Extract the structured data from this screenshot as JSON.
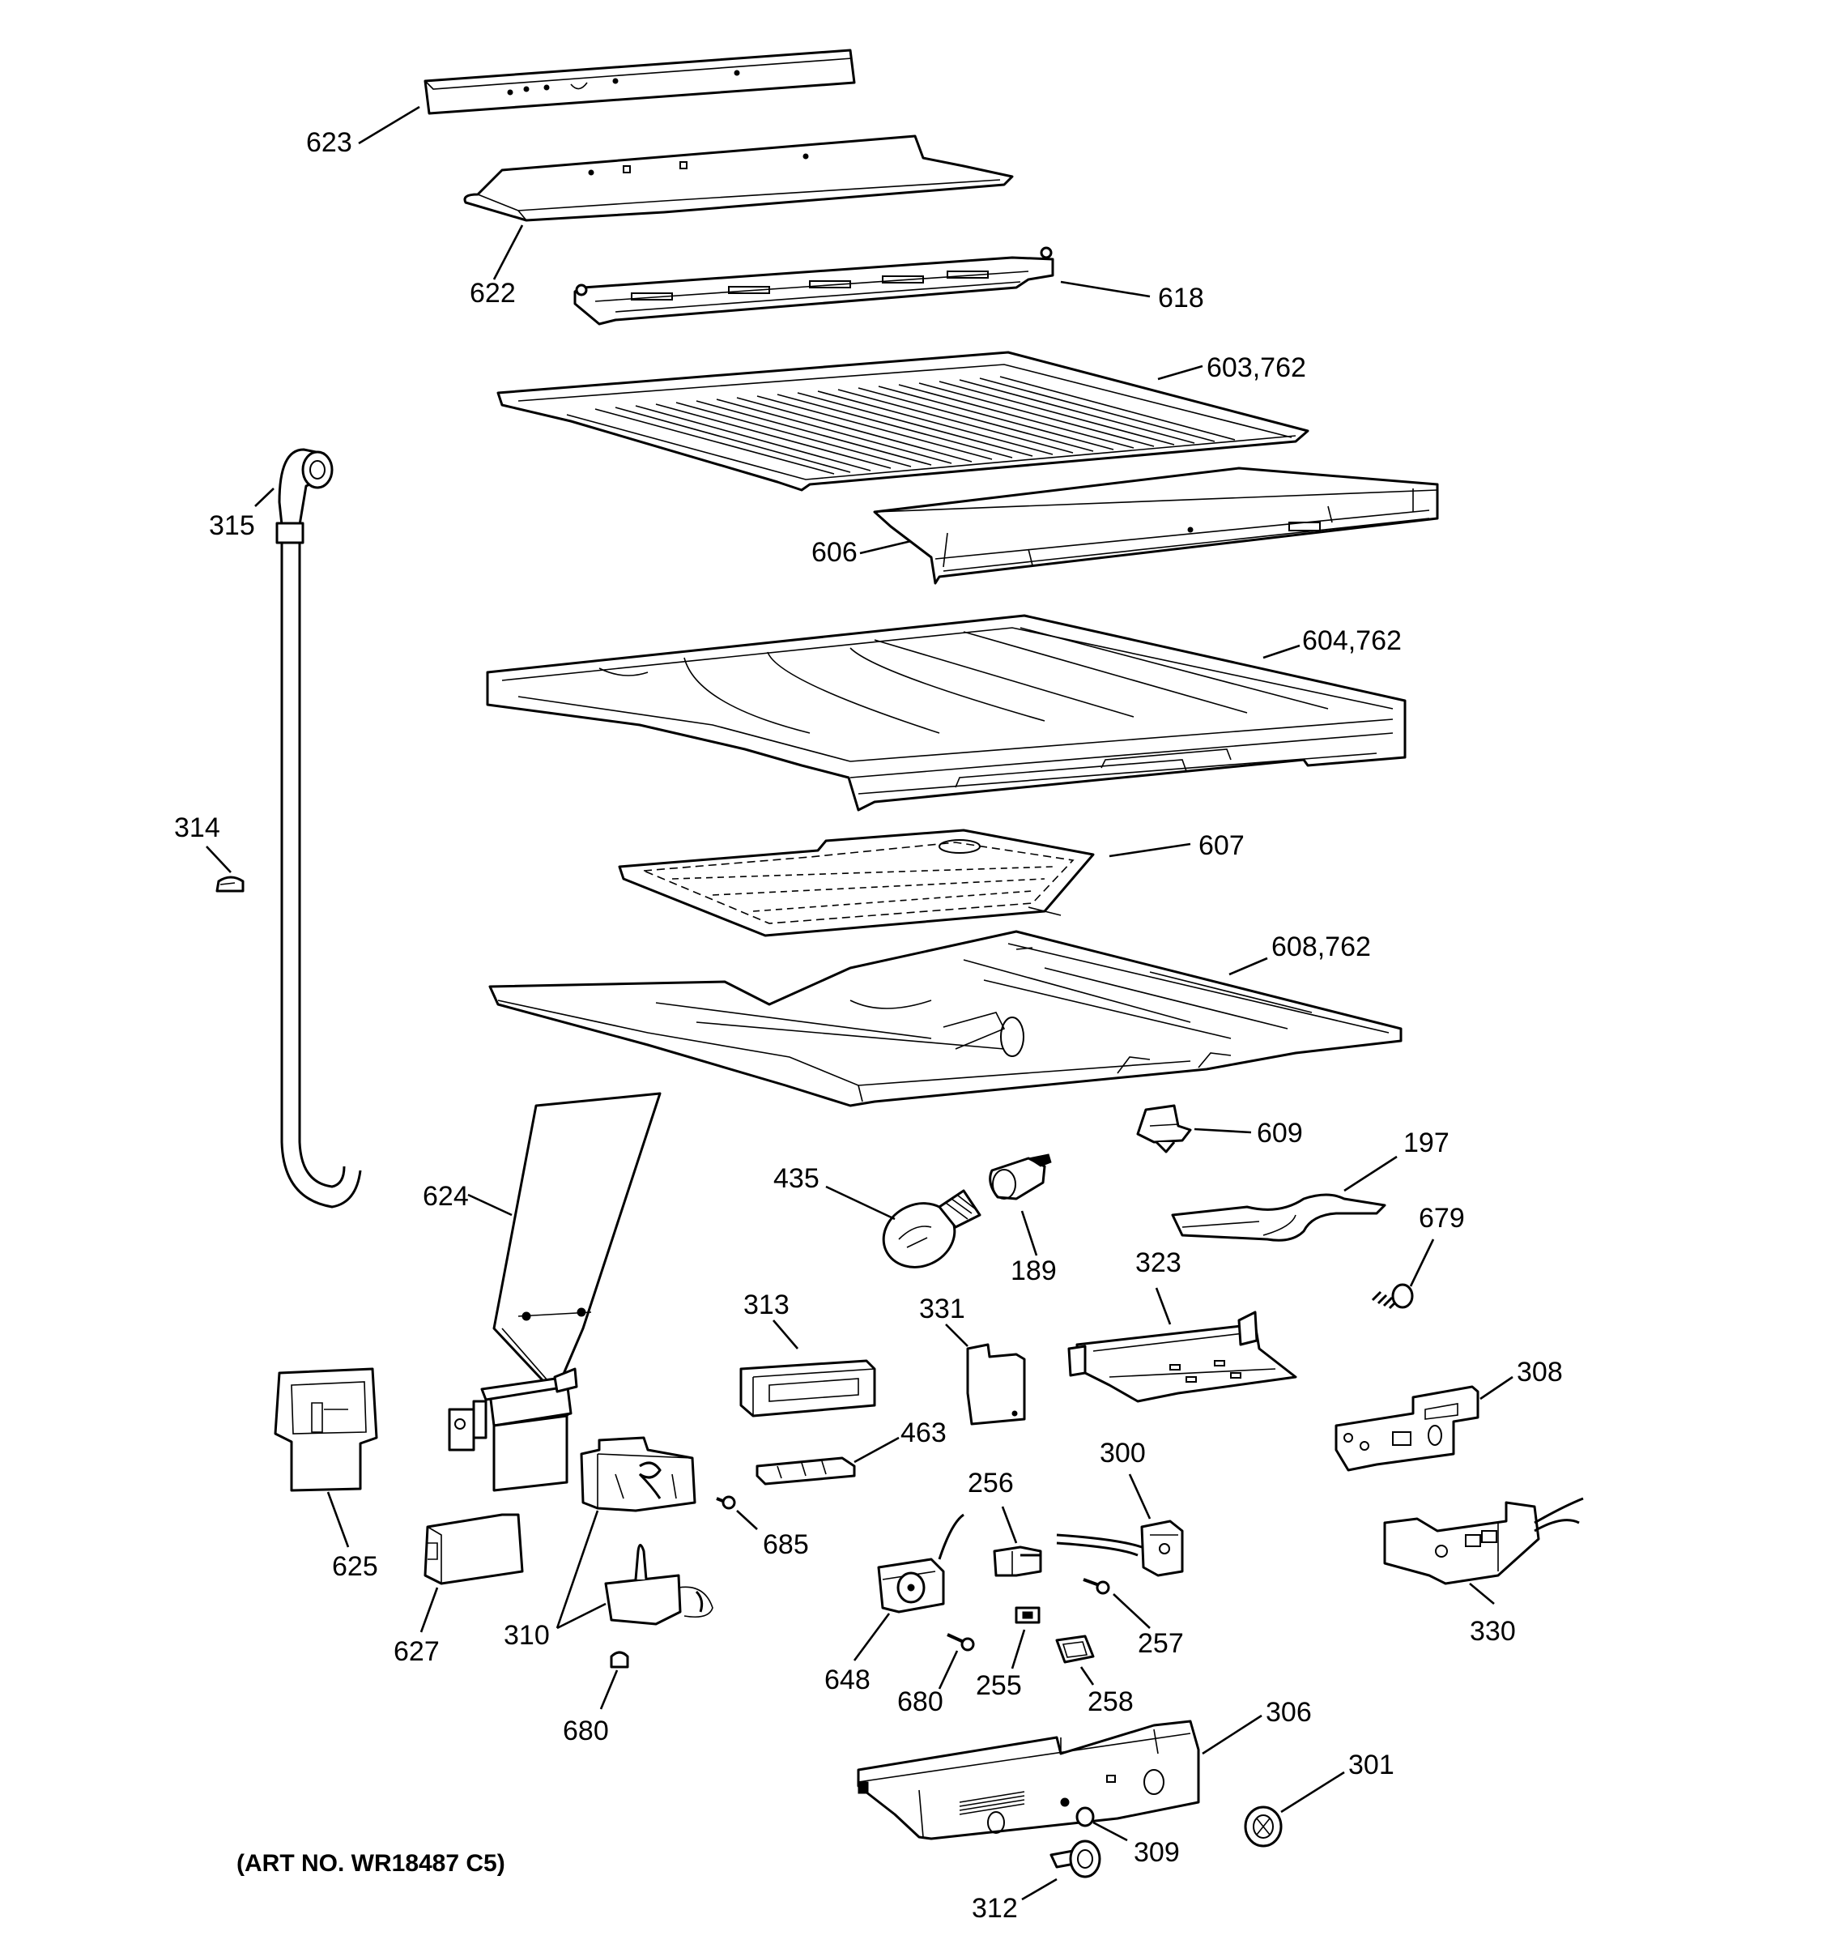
{
  "labels": {
    "p623": "623",
    "p622": "622",
    "p618": "618",
    "p603": "603,762",
    "p315": "315",
    "p606": "606",
    "p604": "604,762",
    "p314": "314",
    "p607": "607",
    "p608": "608,762",
    "p609": "609",
    "p435": "435",
    "p197": "197",
    "p624": "624",
    "p189": "189",
    "p679": "679",
    "p323": "323",
    "p313": "313",
    "p331": "331",
    "p308": "308",
    "p463": "463",
    "p300": "300",
    "p256": "256",
    "p685": "685",
    "p625": "625",
    "p310": "310",
    "p627": "627",
    "p648": "648",
    "p330": "330",
    "p257": "257",
    "p255": "255",
    "p258": "258",
    "p680a": "680",
    "p680b": "680",
    "p306": "306",
    "p301": "301",
    "p309": "309",
    "p312": "312"
  },
  "art_number": "(ART NO. WR18487 C5)"
}
